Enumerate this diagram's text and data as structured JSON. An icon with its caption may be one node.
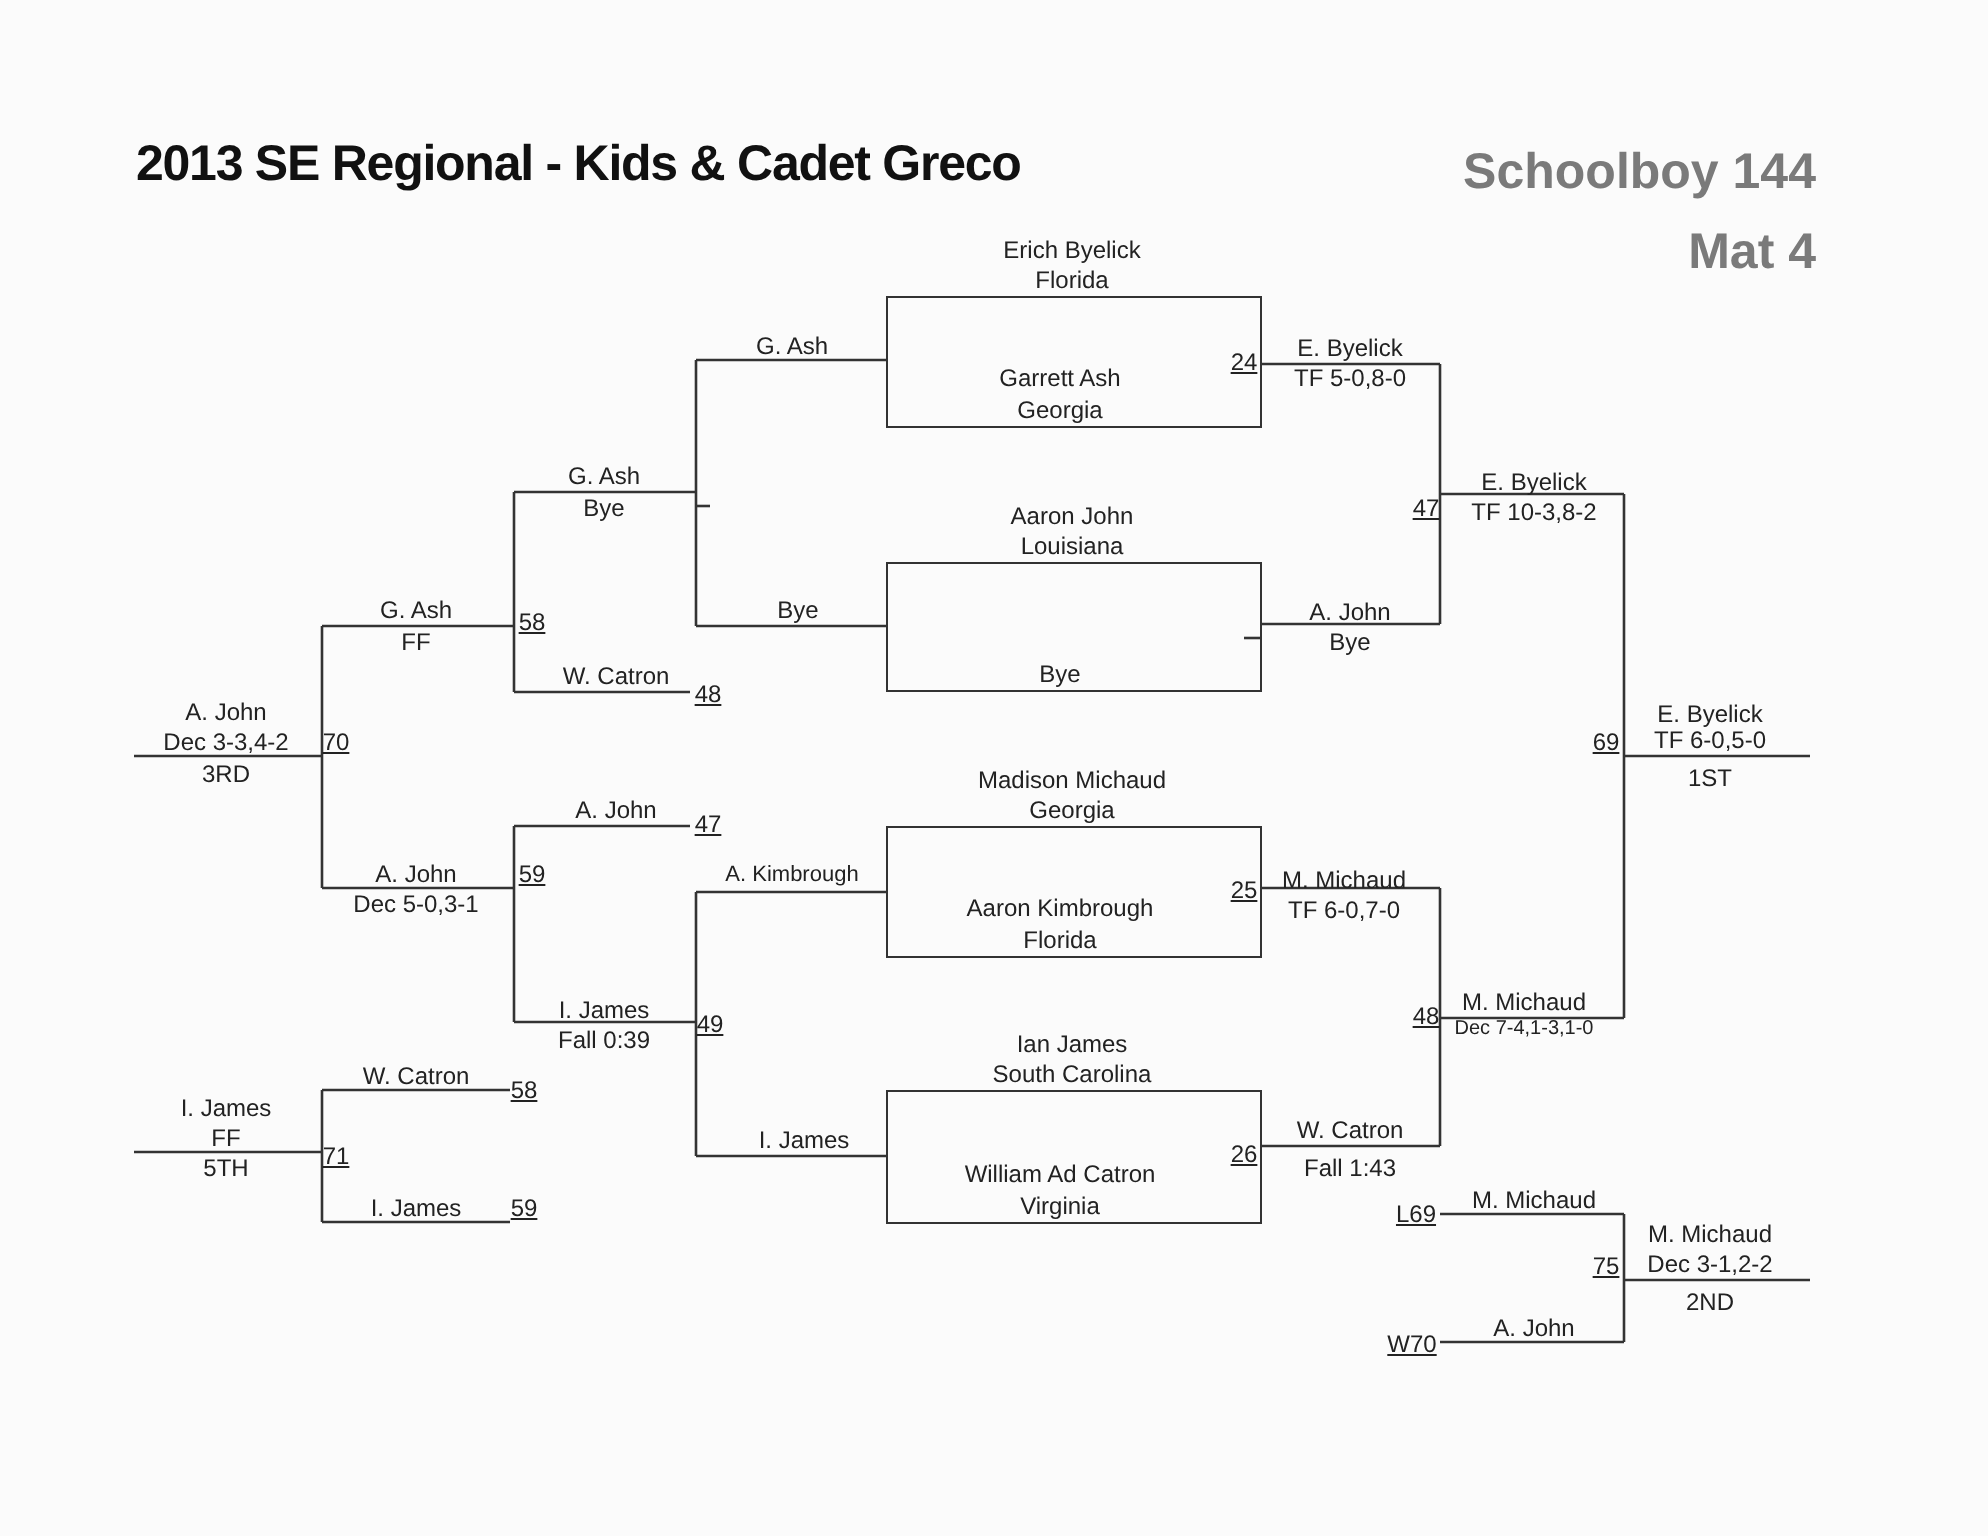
{
  "diagram": {
    "title": "2013 SE Regional - Kids & Cadet Greco",
    "nodes": [
      {
        "text": [
          "Erich Byelick",
          "Florida",
          "Garrett Ash",
          "Georgia"
        ]
      },
      {
        "text": [
          "Aaron John",
          "Louisiana",
          "Bye"
        ]
      },
      {
        "text": [
          "Madison Michaud",
          "Georgia",
          "Aaron Kimbrough",
          "Florida"
        ]
      },
      {
        "text": [
          "Ian James",
          "South Carolina",
          "William Ad Catron",
          "Virginia"
        ]
      }
    ],
    "labels": [
      "Schoolboy 144",
      "Mat 4",
      "G. Ash",
      "G. Ash",
      "Bye",
      "G. Ash",
      "FF",
      "58",
      "W. Catron",
      "48",
      "Bye",
      "A. John",
      "Dec 3-3,4-2",
      "3RD",
      "70",
      "A. John",
      "47",
      "A. Kimbrough",
      "A. John",
      "Dec 5-0,3-1",
      "59",
      "I. James",
      "Fall 0:39",
      "49",
      "W. Catron",
      "58",
      "I. James",
      "FF",
      "5TH",
      "71",
      "I. James",
      "I. James",
      "59",
      "24",
      "E. Byelick",
      "TF 5-0,8-0",
      "47",
      "E. Byelick",
      "TF 10-3,8-2",
      "A. John",
      "Bye",
      "E. Byelick",
      "TF 6-0,5-0",
      "69",
      "1ST",
      "25",
      "M. Michaud",
      "TF 6-0,7-0",
      "48",
      "M. Michaud",
      "Dec 7-4,1-3,1-0",
      "26",
      "W. Catron",
      "Fall 1:43",
      "L69",
      "M. Michaud",
      "M. Michaud",
      "Dec 3-1,2-2",
      "75",
      "2ND",
      "W70",
      "A. John"
    ]
  }
}
